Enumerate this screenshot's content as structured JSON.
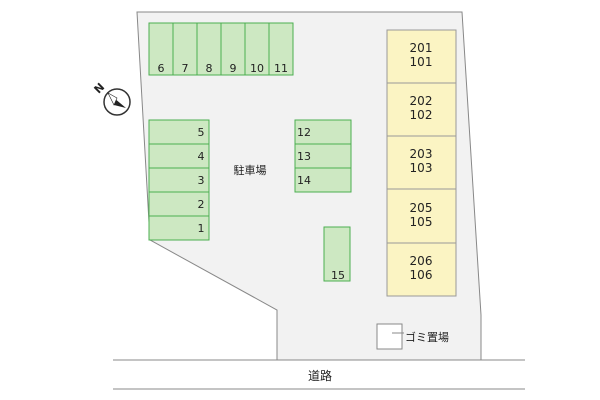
{
  "site": {
    "lot_label": "駐車場",
    "trash_label": "ゴミ置場",
    "road_label": "道路",
    "compass_label": "N"
  },
  "parking_top": [
    "6",
    "7",
    "8",
    "9",
    "10",
    "11"
  ],
  "parking_left": [
    "5",
    "4",
    "3",
    "2",
    "1"
  ],
  "parking_center": [
    "12",
    "13",
    "14"
  ],
  "parking_single": [
    "15"
  ],
  "units": [
    {
      "upper": "201",
      "lower": "101"
    },
    {
      "upper": "202",
      "lower": "102"
    },
    {
      "upper": "203",
      "lower": "103"
    },
    {
      "upper": "205",
      "lower": "105"
    },
    {
      "upper": "206",
      "lower": "106"
    }
  ],
  "colors": {
    "lot_fill": "#f2f2f2",
    "space_fill": "#cde8c2",
    "space_stroke": "#4caf50",
    "building_fill": "#fbf4c3",
    "building_stroke": "#999999"
  }
}
